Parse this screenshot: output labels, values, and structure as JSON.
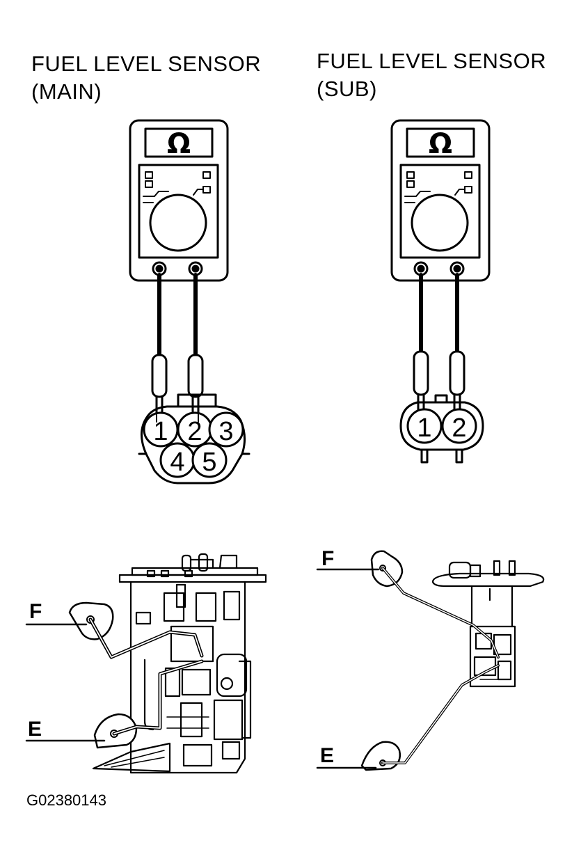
{
  "diagrams": {
    "main": {
      "title_line1": "FUEL LEVEL SENSOR",
      "title_line2": "(MAIN)",
      "meter_symbol": "Ω",
      "connector_pins": [
        "1",
        "2",
        "3",
        "4",
        "5"
      ],
      "float_labels": {
        "upper": "F",
        "lower": "E"
      }
    },
    "sub": {
      "title_line1": "FUEL LEVEL SENSOR",
      "title_line2": "(SUB)",
      "meter_symbol": "Ω",
      "connector_pins": [
        "1",
        "2"
      ],
      "float_labels": {
        "upper": "F",
        "lower": "E"
      }
    }
  },
  "figure_code": "G02380143"
}
